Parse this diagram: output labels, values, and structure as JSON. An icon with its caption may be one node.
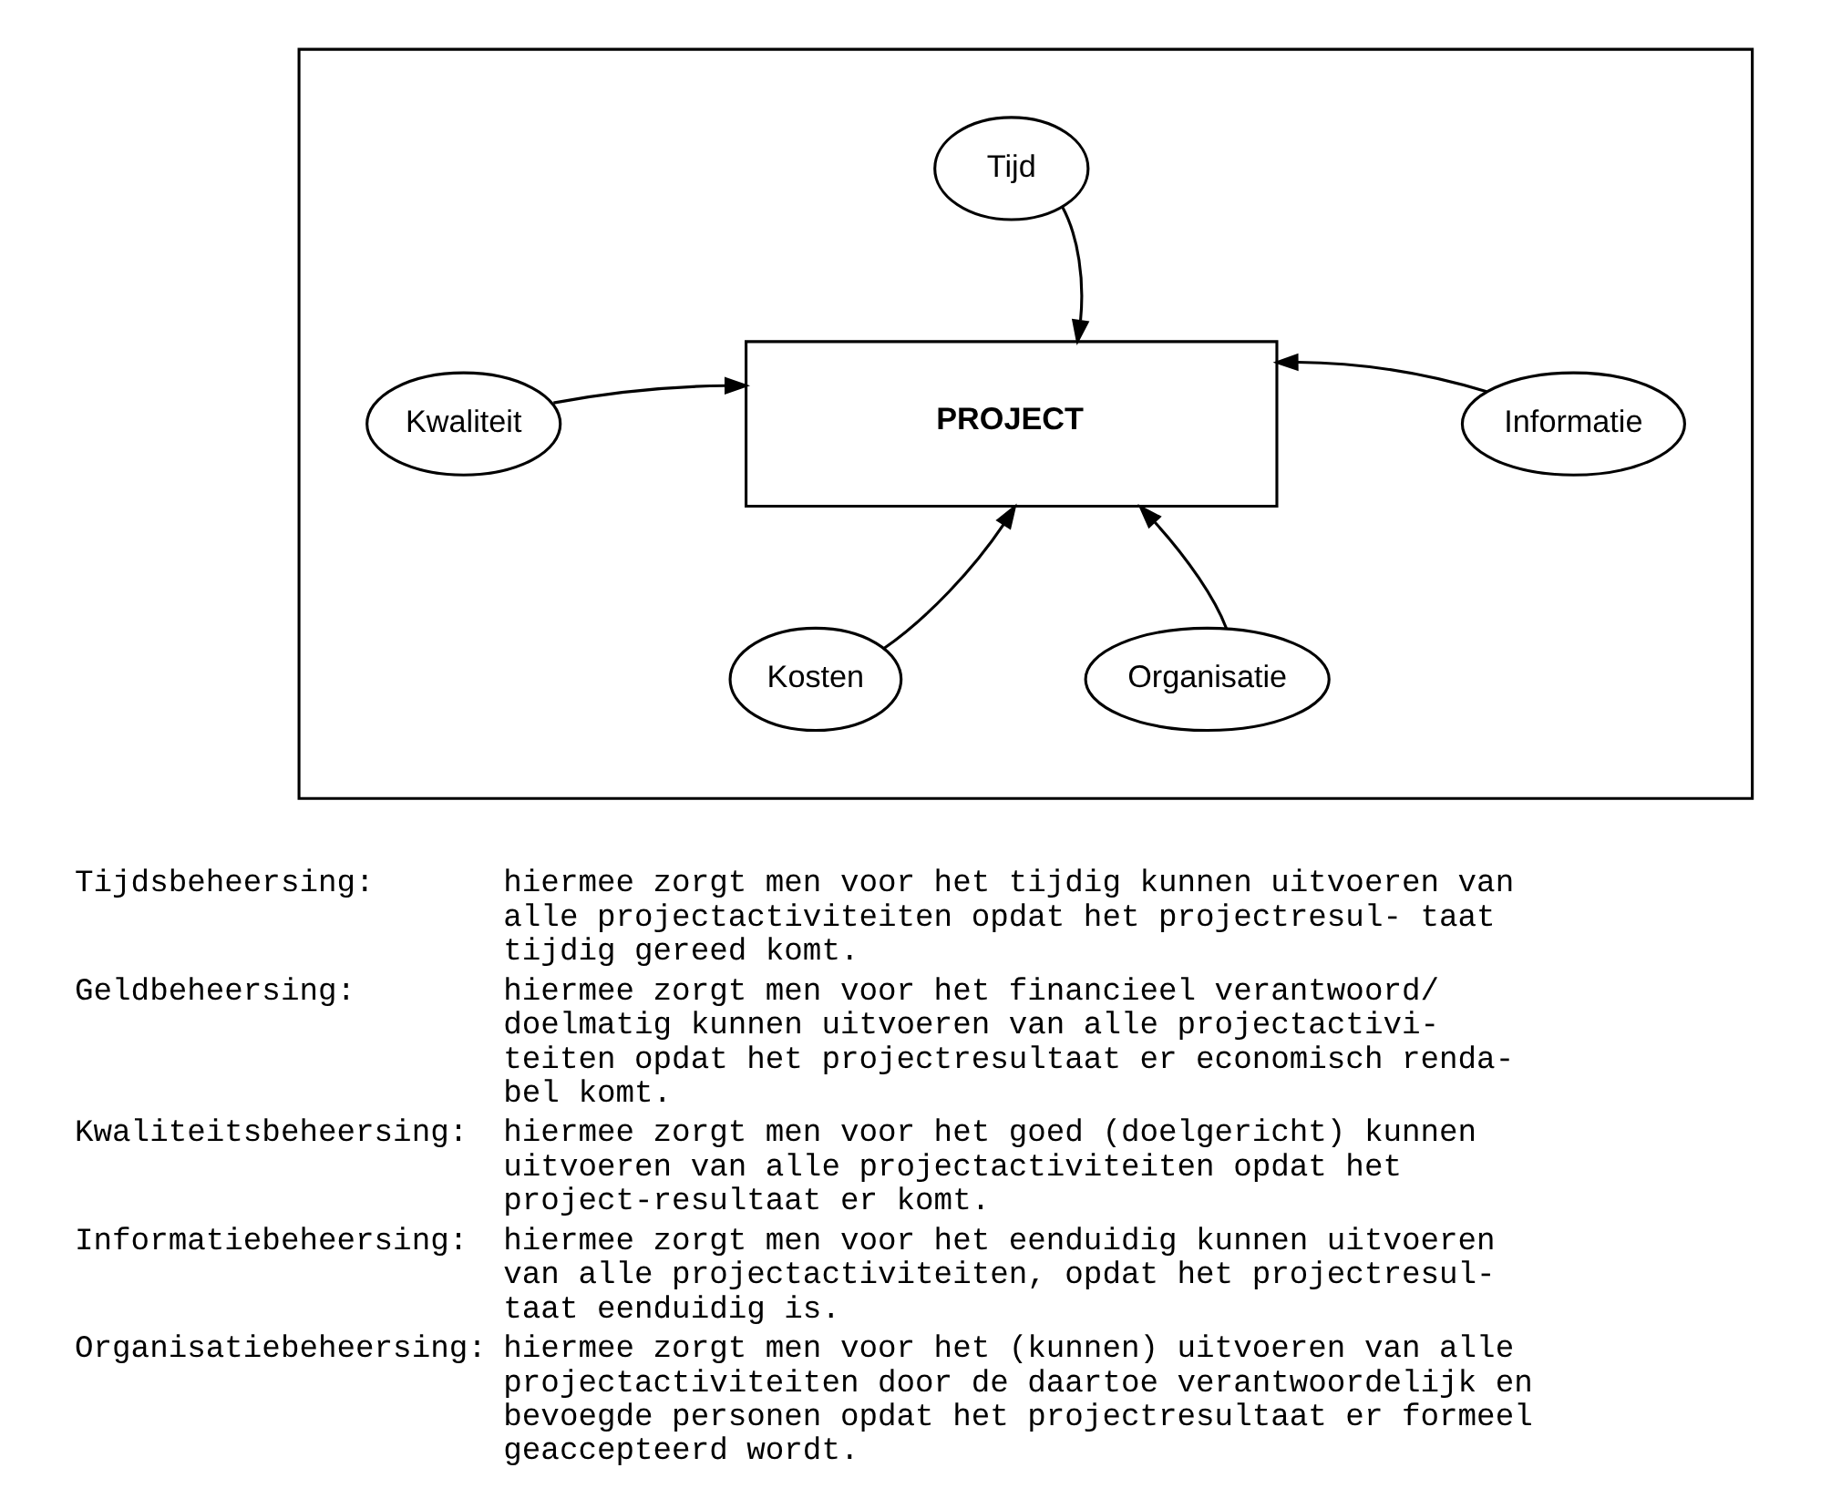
{
  "diagram": {
    "nodes": [
      {
        "text": [],
        "shape": "box"
      },
      {
        "text": [
          "Tijd"
        ],
        "in": 0
      },
      {
        "text": [
          "Kwaliteit"
        ],
        "in": 0
      },
      {
        "text": [
          "PROJECT"
        ],
        "in": 0
      },
      {
        "text": [
          "Informatie"
        ],
        "in": 0
      },
      {
        "text": [
          "Kosten"
        ],
        "in": 0
      },
      {
        "text": [
          "Organisatie"
        ],
        "in": 0
      }
    ],
    "edges": [
      {
        "from": 1,
        "to": 3,
        "arrow": "to"
      },
      {
        "from": 2,
        "to": 3,
        "arrow": "to"
      },
      {
        "from": 4,
        "to": 3,
        "arrow": "to"
      },
      {
        "from": 5,
        "to": 3,
        "arrow": "to"
      },
      {
        "from": 6,
        "to": 3,
        "arrow": "to"
      }
    ],
    "labels": [
      "Tijdsbeheersing:",
      "hiermee zorgt men voor het tijdig kunnen uitvoeren van alle projectactiviteiten opdat het projectresul- taat tijdig gereed komt.",
      "Geldbeheersing:",
      "hiermee zorgt men voor het financieel verantwoord/ doelmatig kunnen uitvoeren van alle projectactivi- teiten opdat het projectresultaat er economisch renda- bel komt.",
      "Kwaliteitsbeheersing:",
      "hiermee zorgt men voor het goed (doelgericht) kunnen uitvoeren van alle projectactiviteiten opdat het project-resultaat er komt.",
      "Informatiebeheersing:",
      "hiermee zorgt men voor het eenduidig kunnen uitvoeren van alle projectactiviteiten, opdat het projectresul- taat eenduidig is.",
      "Organisatiebeheersing:",
      "hiermee zorgt men voor het (kunnen) uitvoeren van alle projectactiviteiten door de daartoe verantwoordelijk en bevoegde personen opdat het projectresultaat er formeel geaccepteerd wordt."
    ]
  }
}
